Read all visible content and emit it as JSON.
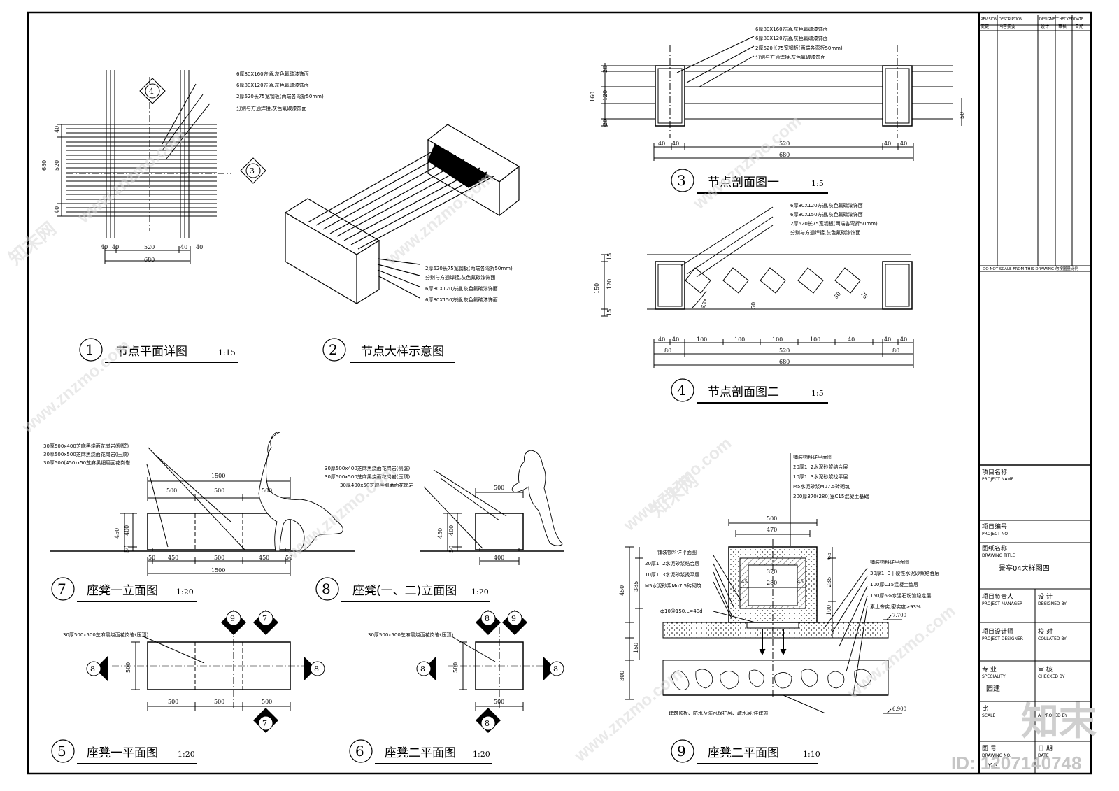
{
  "title_block": {
    "revision": "REVISION",
    "revision_cn": "变更",
    "description": "DESCRIPTION",
    "description_cn": "内容摘要",
    "designed": "DESIGNED",
    "designed_cn": "设计",
    "checked": "CHECKED",
    "checked_cn": "审核",
    "date": "DATE",
    "date_cn": "日期",
    "do_not_scale": "DO NOT SCALE FROM THIS DRAWING  勿按图量比例",
    "project_name_cn": "项目名称",
    "project_name_en": "PROJECT NAME",
    "project_no_cn": "项目编号",
    "project_no_en": "PROJECT NO.",
    "drawing_title_cn": "图纸名称",
    "drawing_title_en": "DRAWING TITLE",
    "drawing_title_value": "景亭04大样图四",
    "pm_cn": "项目负责人",
    "pm_en": "PROJECT MANAGER",
    "designed_by_cn": "设  计",
    "designed_by_en": "DESIGNED BY",
    "pd_cn": "项目设计师",
    "pd_en": "PROJECT DESIGNER",
    "collated_cn": "校  对",
    "collated_en": "COLLATED BY",
    "speciality_cn": "专  业",
    "speciality_en": "SPECIALITY",
    "speciality_value": "园建",
    "checked_by_cn": "审  核",
    "checked_by_en": "CHECKED BY",
    "scale_cn": "比",
    "scale_en": "SCALE",
    "approved_en": "APPROVED BY",
    "drawing_no_cn": "图  号",
    "drawing_no_en": "DRAWING NO.",
    "drawing_no_value": "Y-3",
    "date2_cn": "日  期",
    "date2_en": "DATE"
  },
  "views": {
    "v1": {
      "num": "1",
      "title": "节点平面详图",
      "scale": "1:15"
    },
    "v2": {
      "num": "2",
      "title": "节点大样示意图",
      "scale": ""
    },
    "v3": {
      "num": "3",
      "title": "节点剖面图一",
      "scale": "1:5"
    },
    "v4": {
      "num": "4",
      "title": "节点剖面图二",
      "scale": "1:5"
    },
    "v5": {
      "num": "5",
      "title": "座凳一平面图",
      "scale": "1:20"
    },
    "v6": {
      "num": "6",
      "title": "座凳二平面图",
      "scale": "1:20"
    },
    "v7": {
      "num": "7",
      "title": "座凳一立面图",
      "scale": "1:20"
    },
    "v8": {
      "num": "8",
      "title": "座凳(一、二)立面图",
      "scale": "1:20"
    },
    "v9": {
      "num": "9",
      "title": "座凳二平面图",
      "scale": "1:10"
    }
  },
  "notes": {
    "steel_a": "6厚80X160方通,灰色氟碳漆饰面",
    "steel_b": "6厚80X120方通,灰色氟碳漆饰面",
    "plate_a": "2厚620长75宽钢板(两端各弯折50mm)",
    "plate_b": "分别与方通焊接,灰色氟碳漆饰面",
    "v2_a": "2厚620长75宽钢板(两端各弯折50mm)",
    "v2_b": "分别与方通焊接,灰色氟碳漆饰面",
    "v2_c": "6厚80X120方通,灰色氟碳漆饰面",
    "v2_d": "6厚80X150方通,灰色氟碳漆饰面",
    "v4_a": "6厚80X120方通,灰色氟碳漆饰面",
    "v4_b": "6厚80X150方通,灰色氟碳漆饰面",
    "stone1": "30厚500x400芝麻黑烧面花岗岩(侧壁)",
    "stone2": "30厚500x500芝麻黑烧面花岗岩(压顶)",
    "stone3": "30厚500(450)x50芝麻黑细磨面花岗岩",
    "stone3b": "30厚400x50芝麻黑细磨面花岗岩",
    "v9_a": "铺装物料详平面图",
    "v9_b": "20厚1: 2水泥砂浆结合层",
    "v9_c": "10厚1: 3水泥砂浆找平层",
    "v9_d": "M5水泥砂浆Mu7.5砖砌筑",
    "v9_e": "200厚370(280)宽C15混凝土基础",
    "v9_l1": "铺装物料详平面图",
    "v9_l2": "20厚1: 2水泥砂浆结合层",
    "v9_l3": "10厚1: 3水泥砂浆找平层",
    "v9_l4": "M5水泥砂浆Mu7.5砖砌筑",
    "v9_l5": "ф10@150,L=40d",
    "v9_r1": "铺装物料详平面图",
    "v9_r2": "30厚1: 3干硬性水泥砂浆结合层",
    "v9_r3": "100厚C15混凝土垫层",
    "v9_r4": "150厚6%水泥石粉渣稳定层",
    "v9_r5": "素土夯实,密实度>93%",
    "v9_bottom": "建筑顶板、防水及防水保护层、疏水层,详建施",
    "lvl1": "7.700",
    "lvl2": "6.900"
  },
  "dims": {
    "d680": "680",
    "d520": "520",
    "d40": "40",
    "d1500": "1500",
    "d500": "500",
    "d450": "450",
    "d400": "400",
    "d50": "50",
    "d160": "160",
    "d120": "120",
    "d20": "20",
    "d150": "150",
    "d15": "15",
    "d100": "100",
    "d80": "80",
    "d75": "75",
    "d45": "45",
    "d470": "470",
    "d370": "370",
    "d280": "280",
    "d385": "385",
    "d65": "65",
    "d235": "235",
    "d300": "300",
    "deg45": "45°"
  },
  "markers": {
    "m3": "3",
    "m4": "4",
    "m7": "7",
    "m8": "8",
    "m9": "9"
  },
  "watermark": {
    "site": "www.znzmo.com",
    "brand": "知末网",
    "logo": "知末",
    "id": "ID: 1207140748"
  }
}
